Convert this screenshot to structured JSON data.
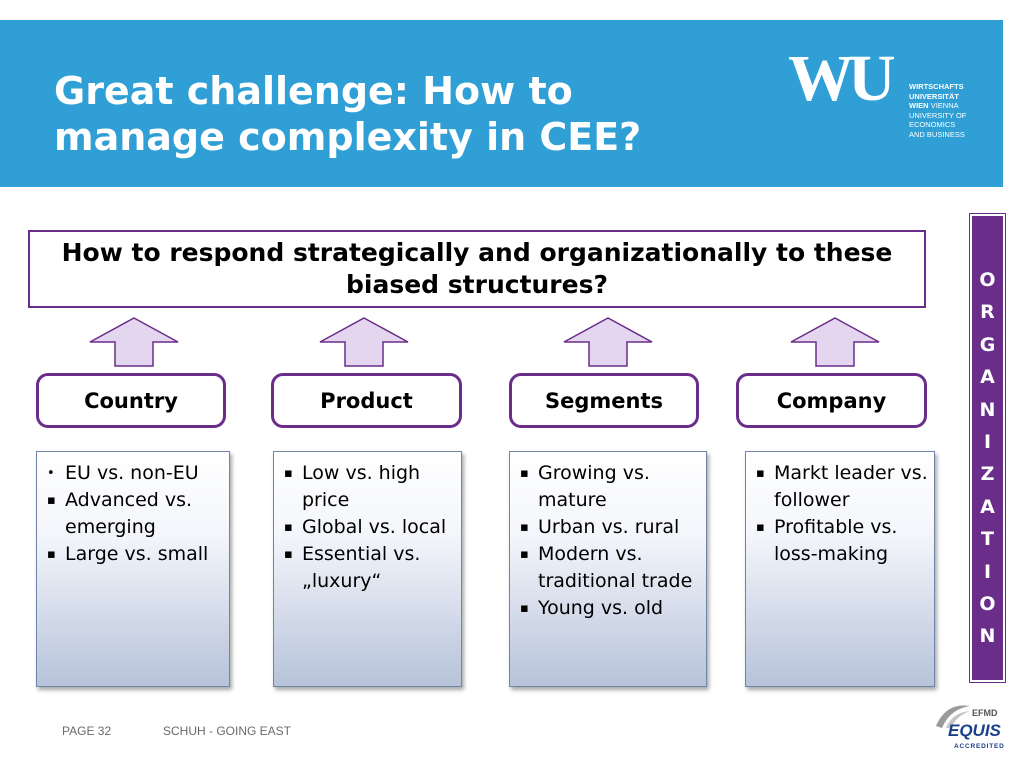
{
  "header": {
    "title_line1": "Great challenge: How to",
    "title_line2": "manage complexity in CEE?",
    "logo": {
      "mark": "WU",
      "lines": [
        "WIRTSCHAFTS",
        "UNIVERSITÄT",
        "WIEN",
        "VIENNA",
        "UNIVERSITY OF",
        "ECONOMICS",
        "AND BUSINESS"
      ]
    }
  },
  "question": "How to respond strategically and organizationally to these biased structures?",
  "categories": [
    {
      "label": "Country",
      "items": [
        {
          "bullet": "•",
          "text": "EU vs. non-EU"
        },
        {
          "bullet": "▪",
          "text": "Advanced vs. emerging"
        },
        {
          "bullet": "▪",
          "text": "Large vs. small"
        }
      ]
    },
    {
      "label": "Product",
      "items": [
        {
          "bullet": "▪",
          "text": "Low vs. high price"
        },
        {
          "bullet": "▪",
          "text": "Global vs. local"
        },
        {
          "bullet": "▪",
          "text": "Essential vs. „luxury“"
        }
      ]
    },
    {
      "label": "Segments",
      "items": [
        {
          "bullet": "▪",
          "text": "Growing vs. mature"
        },
        {
          "bullet": "▪",
          "text": "Urban vs. rural"
        },
        {
          "bullet": "▪",
          "text": "Modern vs. traditional trade"
        },
        {
          "bullet": "▪",
          "text": "Young vs. old"
        }
      ]
    },
    {
      "label": "Company",
      "items": [
        {
          "bullet": "▪",
          "text": "Markt leader vs. follower"
        },
        {
          "bullet": "▪",
          "text": "Profitable vs. loss-making"
        }
      ]
    }
  ],
  "side_label": [
    "O",
    "R",
    "G",
    "A",
    "N",
    "I",
    "Z",
    "A",
    "T",
    "I",
    "O",
    "N"
  ],
  "footer": {
    "page": "PAGE 32",
    "text": "SCHUH - GOING EAST",
    "accreditation": {
      "org": "EFMD",
      "name": "EQUIS",
      "status": "ACCREDITED"
    }
  },
  "colors": {
    "header_bg": "#2f9fd6",
    "accent_purple": "#6a2d8a",
    "arrow_fill": "#e3d6ee",
    "panel_border": "#6f86aa"
  }
}
